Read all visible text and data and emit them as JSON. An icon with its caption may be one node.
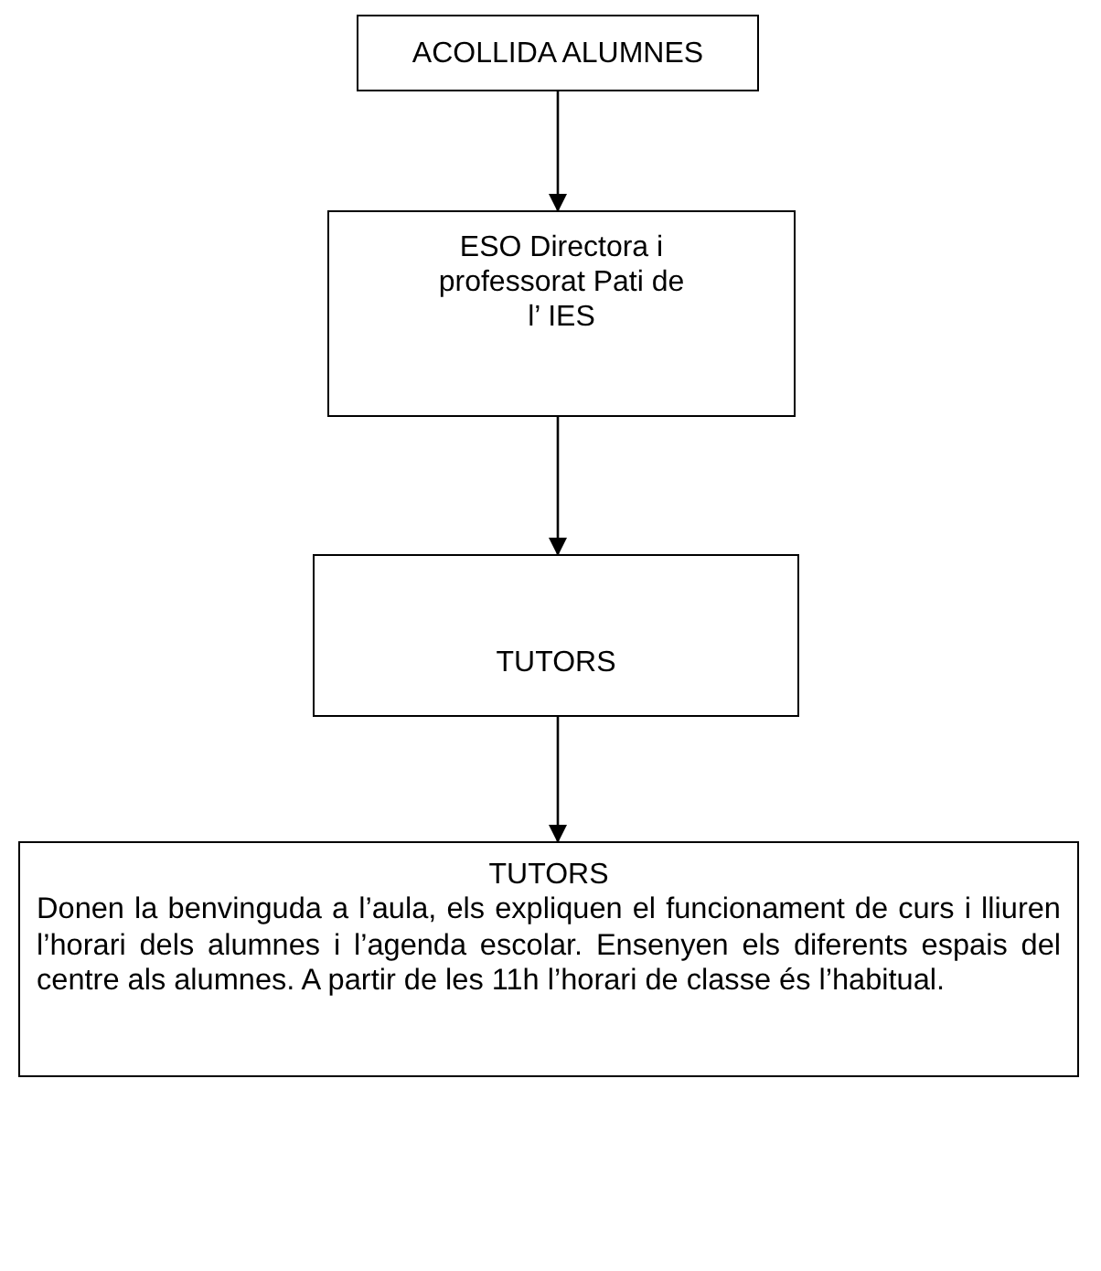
{
  "diagram": {
    "nodes": [
      {
        "text": [
          "ACOLLIDA ALUMNES"
        ]
      },
      {
        "text": [
          "ESO Directora i professorat Pati de l’ IES"
        ]
      },
      {
        "text": [
          "TUTORS"
        ]
      },
      {
        "text": [
          "TUTORS",
          "Donen la benvinguda a l’aula, els expliquen el funcionament de curs i lliuren l’horari dels alumnes i l’agenda escolar. Ensenyen els diferents espais del centre als alumnes. A partir de les 11h l’horari de classe és l’habitual."
        ]
      }
    ],
    "edges": [
      {
        "from": 0,
        "to": 1,
        "arrow": "to"
      },
      {
        "from": 1,
        "to": 2,
        "arrow": "to"
      },
      {
        "from": 2,
        "to": 3,
        "arrow": "to"
      }
    ]
  }
}
